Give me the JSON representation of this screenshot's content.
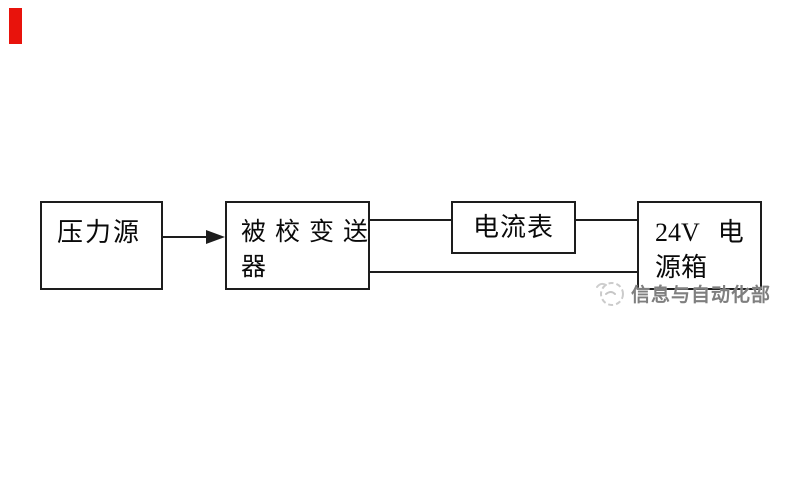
{
  "page": {
    "background_color": "#ffffff",
    "marker_color": "#e8130c",
    "line_color": "#1d1d1d",
    "text_color": "#0a0a0a"
  },
  "diagram": {
    "nodes": {
      "pressure_source": {
        "label": "压力源"
      },
      "transmitter": {
        "line1": "被校变送",
        "line2": "器"
      },
      "ammeter": {
        "label": "电流表"
      },
      "power_box": {
        "line1": "24V 电",
        "line2": "源箱"
      }
    },
    "watermark": {
      "text": "信息与自动化部",
      "color": "#7f7f7f"
    }
  }
}
